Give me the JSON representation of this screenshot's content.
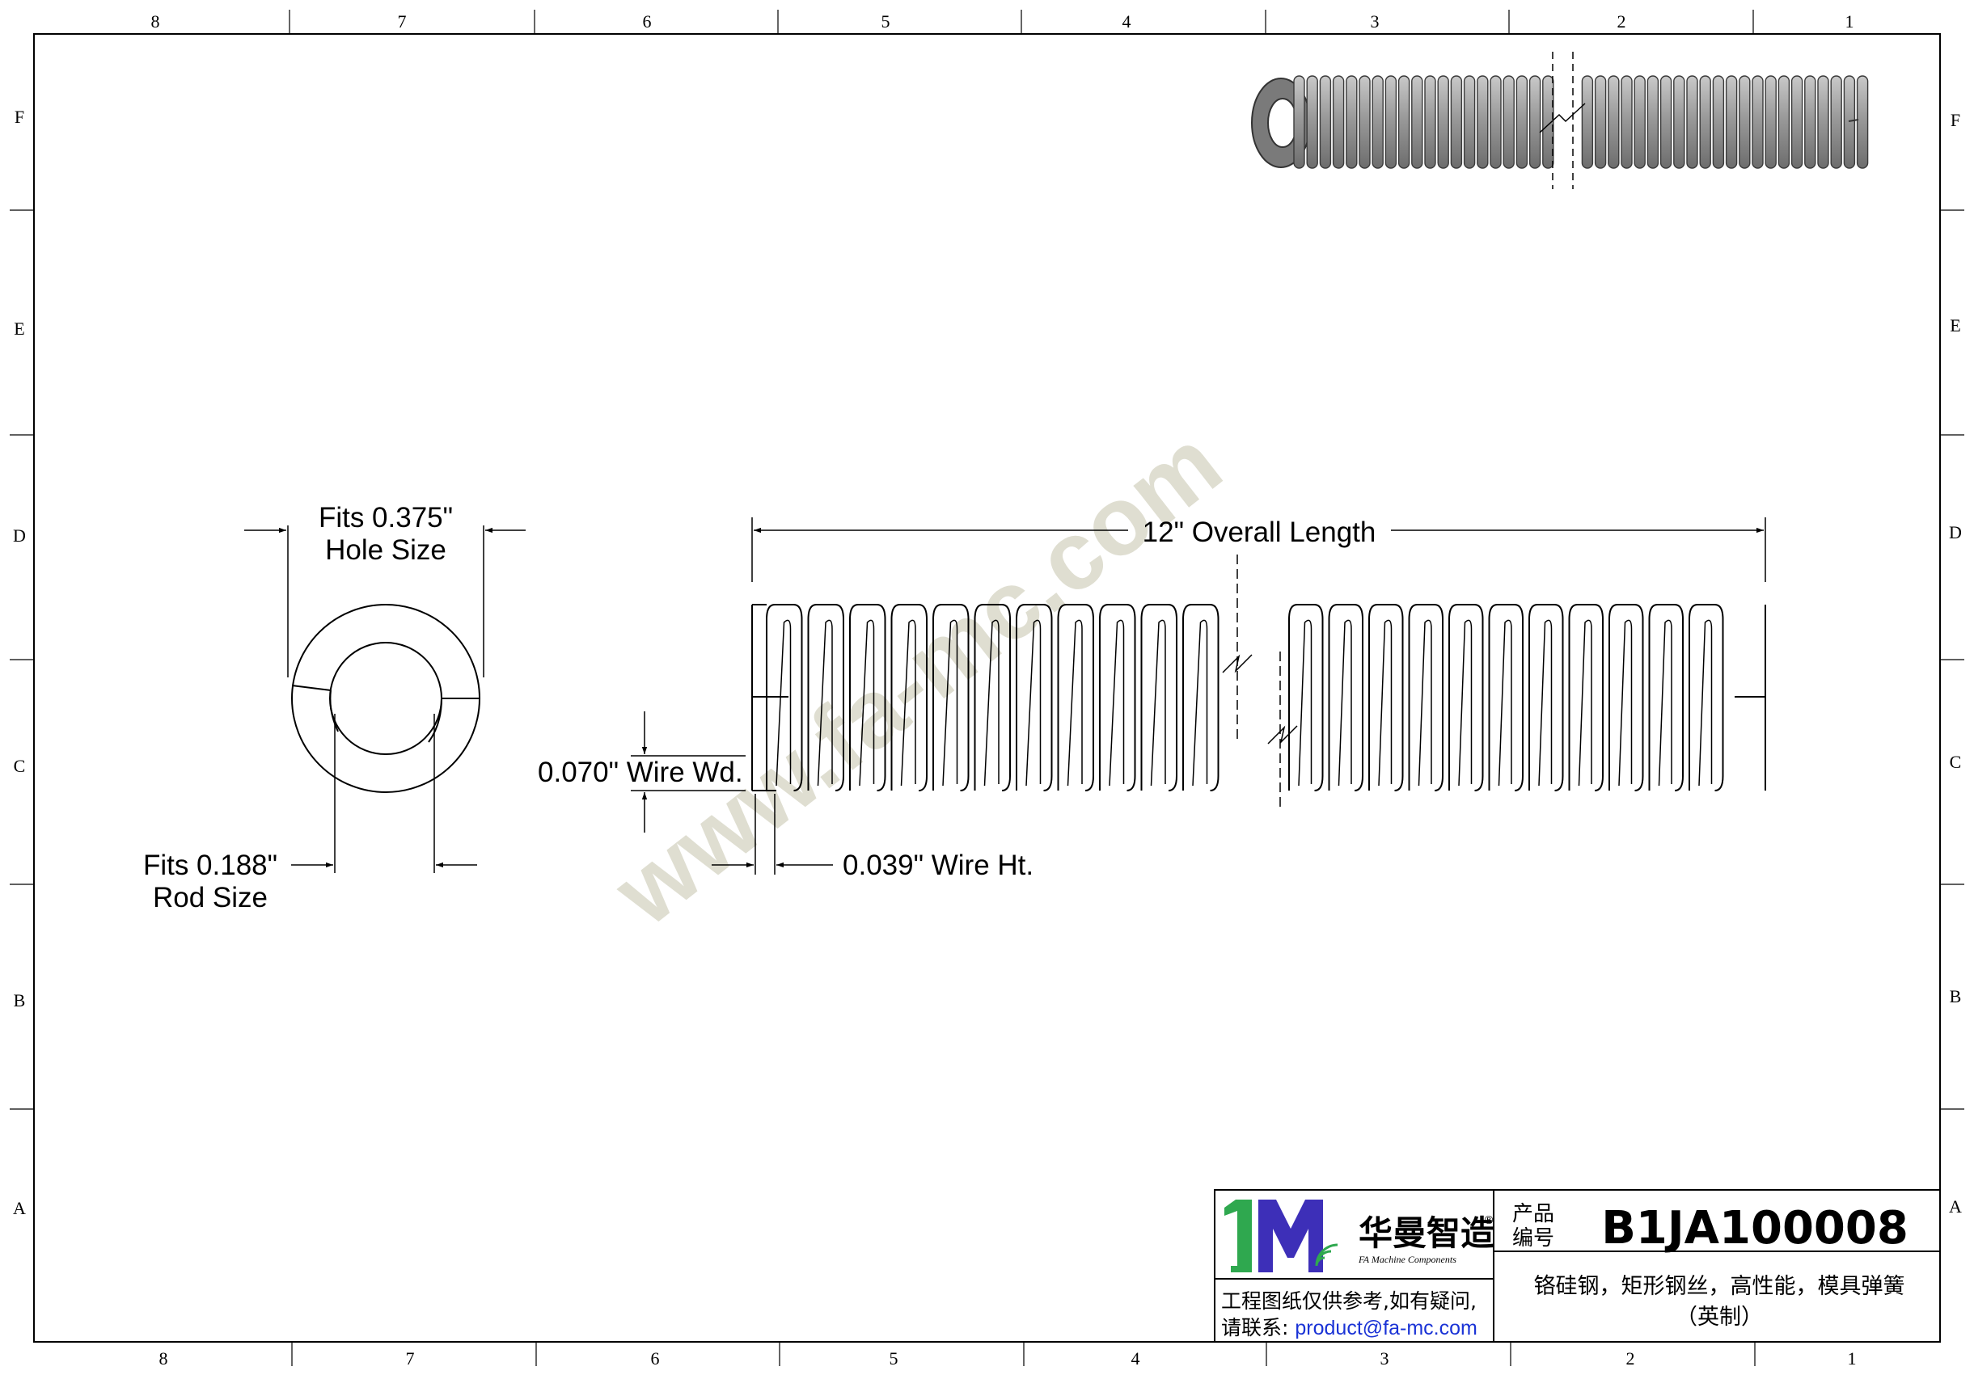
{
  "grid": {
    "columns": [
      "8",
      "7",
      "6",
      "5",
      "4",
      "3",
      "2",
      "1"
    ],
    "rows": [
      "F",
      "E",
      "D",
      "C",
      "B",
      "A"
    ]
  },
  "dimensions": {
    "hole_line1": "Fits 0.375\"",
    "hole_line2": "Hole Size",
    "rod_line1": "Fits 0.188\"",
    "rod_line2": "Rod Size",
    "overall_length": "12\" Overall Length",
    "wire_width": "0.070\" Wire Wd.",
    "wire_height": "0.039\" Wire Ht."
  },
  "watermark": "www.fa-mc.com",
  "title_block": {
    "logo_chinese": "华曼智造",
    "logo_english": "FA Machine Components",
    "registered_mark": "®",
    "product_no_label_1": "产品",
    "product_no_label_2": "编号",
    "product_no": "B1JA100008",
    "description_1": "铬硅钢，矩形钢丝，高性能，模具弹簧",
    "description_2": "（英制）",
    "note_1": "工程图纸仅供参考,如有疑问,",
    "note_2_prefix": "请联系: ",
    "email": "product@fa-mc.com"
  },
  "colors": {
    "line": "#000000",
    "logo_green": "#2fa84f",
    "logo_blue": "#3d2fb8",
    "link_blue": "#1a33d6",
    "render_gray": "#8c8c8c",
    "watermark": "#b9b79a"
  }
}
